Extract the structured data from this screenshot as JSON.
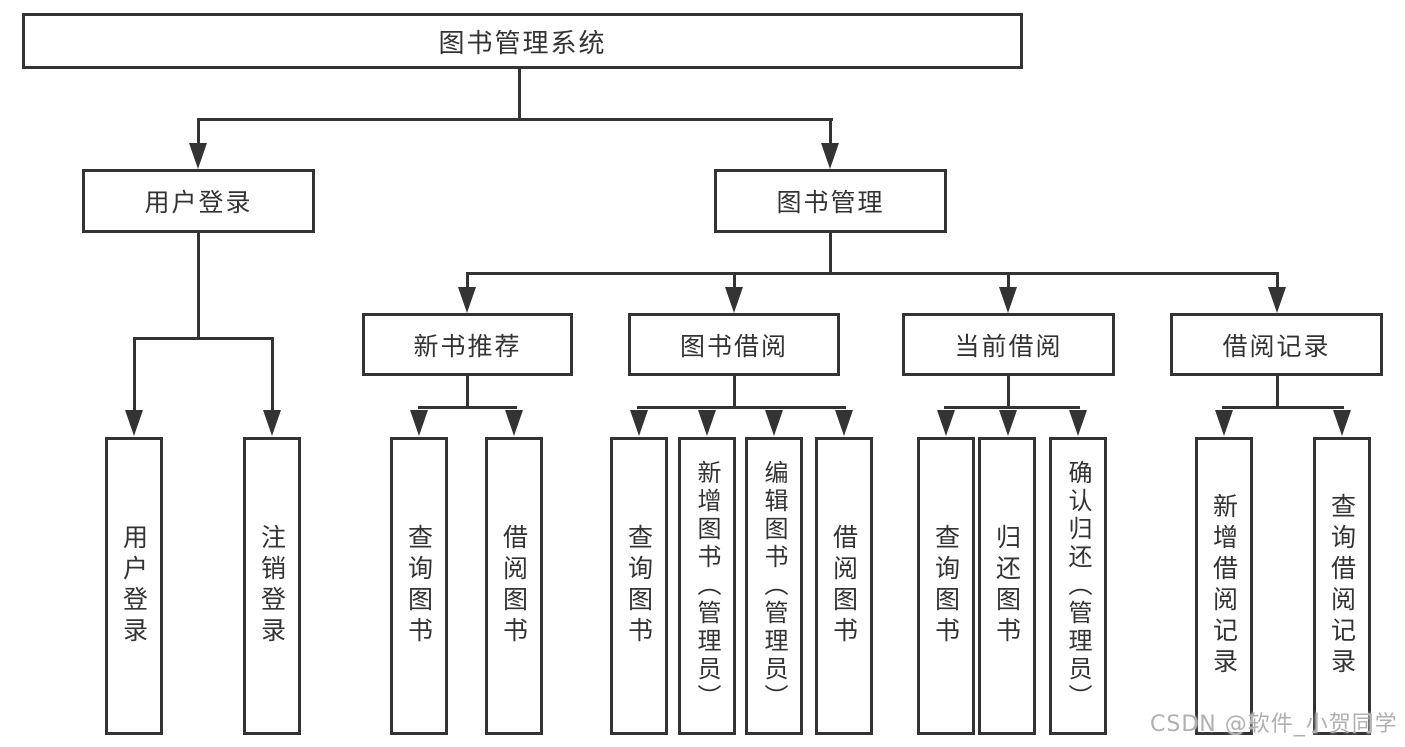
{
  "root": {
    "label": "图书管理系统"
  },
  "level2": [
    {
      "label": "用户登录"
    },
    {
      "label": "图书管理"
    }
  ],
  "level3": [
    {
      "label": "新书推荐"
    },
    {
      "label": "图书借阅"
    },
    {
      "label": "当前借阅"
    },
    {
      "label": "借阅记录"
    }
  ],
  "level4": [
    {
      "label": "用户登录"
    },
    {
      "label": "注销登录"
    },
    {
      "label": "查询图书"
    },
    {
      "label": "借阅图书"
    },
    {
      "label": "查询图书"
    },
    {
      "label": "新增图书（管理员）"
    },
    {
      "label": "编辑图书（管理员）"
    },
    {
      "label": "借阅图书"
    },
    {
      "label": "查询图书"
    },
    {
      "label": "归还图书"
    },
    {
      "label": "确认归还（管理员）"
    },
    {
      "label": "新增借阅记录"
    },
    {
      "label": "查询借阅记录"
    }
  ],
  "watermark": "CSDN @软件_小贺同学",
  "colors": {
    "line": "#333333",
    "text": "#333333",
    "watermark": "#b0b0b0",
    "background": "#ffffff"
  }
}
